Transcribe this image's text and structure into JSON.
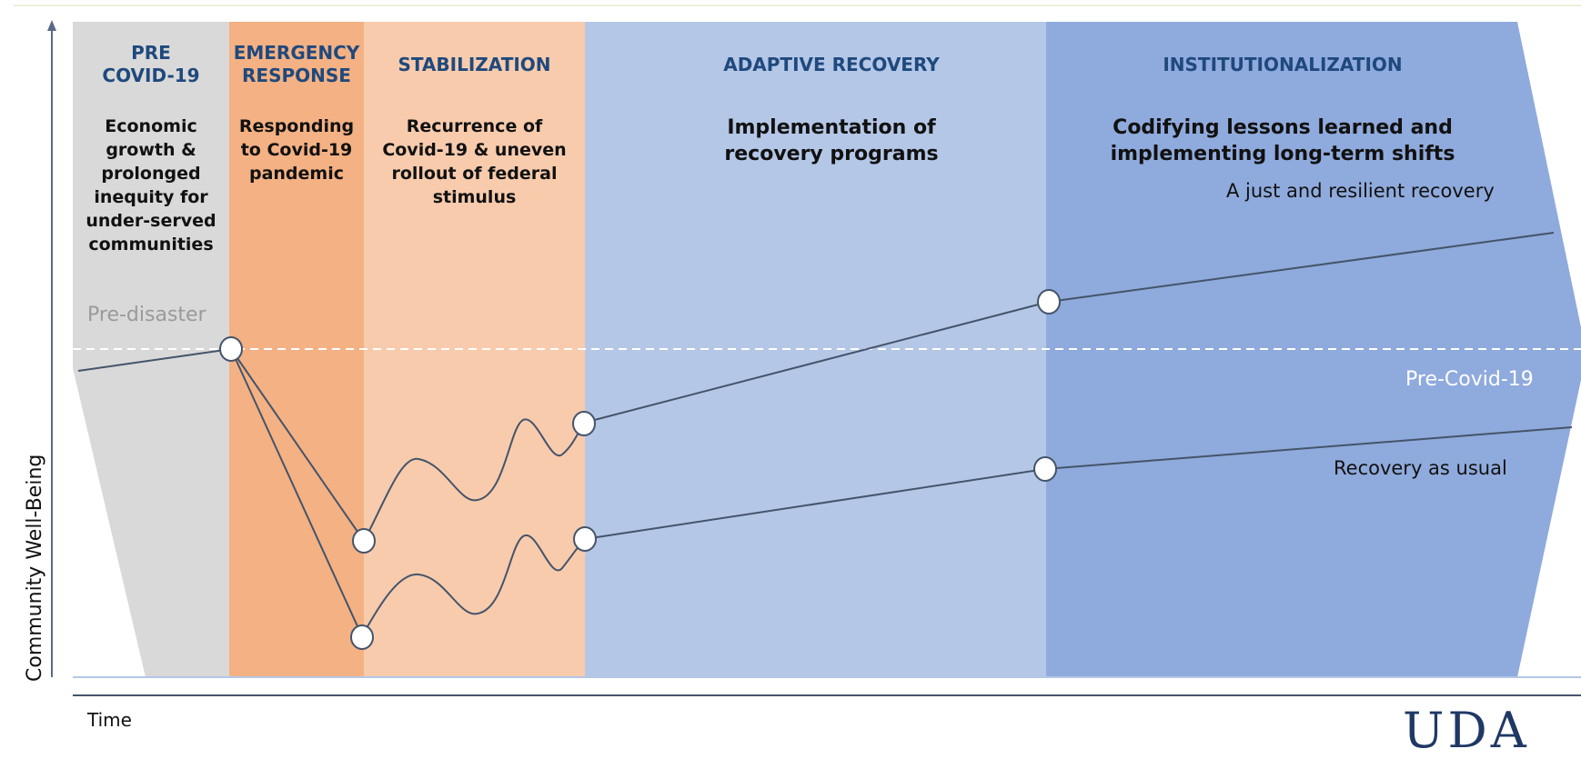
{
  "phases": [
    {
      "title": "PRE\nCOVID-19",
      "description": "Economic\ngrowth &\nprolonged\ninequity for\nunder-served\ncommunities"
    },
    {
      "title": "EMERGENCY\nRESPONSE",
      "description": "Responding\nto Covid-19\npandemic"
    },
    {
      "title": "STABILIZATION",
      "description": "Recurrence of\nCovid-19 & uneven\nrollout of federal\nstimulus"
    },
    {
      "title": "ADAPTIVE RECOVERY",
      "description": "Implementation of\nrecovery programs"
    },
    {
      "title": "INSTITUTIONALIZATION",
      "description": "Codifying lessons learned and\nimplementing long-term shifts"
    }
  ],
  "labels": {
    "pre_disaster": "Pre-disaster",
    "pre_covid": "Pre-Covid-19",
    "just_recovery": "A just and resilient recovery",
    "recovery_as_usual": "Recovery as usual"
  },
  "axes": {
    "y_label": "Community Well-Being",
    "x_label": "Time"
  },
  "logo_text": "UDA",
  "colors": {
    "pre": "#d9d9d9",
    "emergency": "#f4b183",
    "stabilization": "#f8cbad",
    "adaptive": "#b4c7e7",
    "institutional": "#8faadc",
    "title_blue": "#1f497d",
    "line": "#44546a"
  }
}
